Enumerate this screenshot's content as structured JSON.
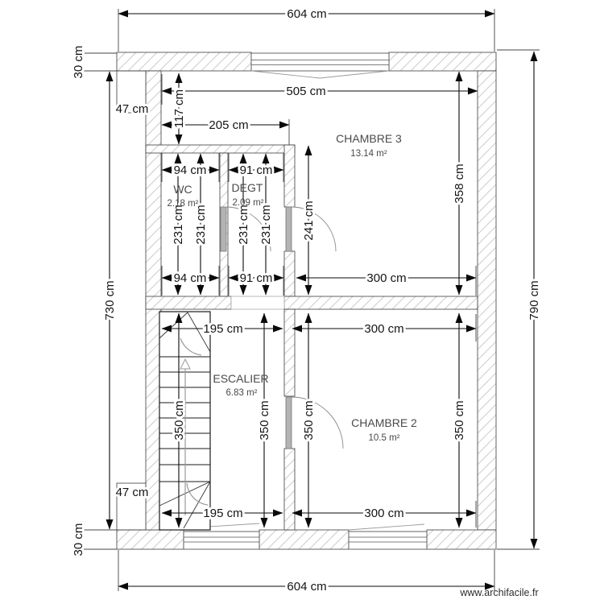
{
  "plan": {
    "watermark": "www.archifacile.fr",
    "rooms": {
      "chambre3": {
        "name": "CHAMBRE 3",
        "area": "13.14 m²"
      },
      "wc": {
        "name": "WC",
        "area": "2.18 m²"
      },
      "degt": {
        "name": "DEGT",
        "area": "2.09 m²"
      },
      "escalier": {
        "name": "ESCALIER",
        "area": "6.83 m²"
      },
      "chambre2": {
        "name": "CHAMBRE 2",
        "area": "10.5 m²"
      }
    },
    "dims": {
      "d604": "604 cm",
      "d30": "30 cm",
      "d47": "47 cm",
      "d730": "730 cm",
      "d790": "790 cm",
      "d505": "505 cm",
      "d117": "117 cm",
      "d205": "205 cm",
      "d94": "94 cm",
      "d91": "91 cm",
      "d231": "231 cm",
      "d241": "241 cm",
      "d358": "358 cm",
      "d300": "300 cm",
      "d195": "195 cm",
      "d350": "350 cm"
    }
  }
}
